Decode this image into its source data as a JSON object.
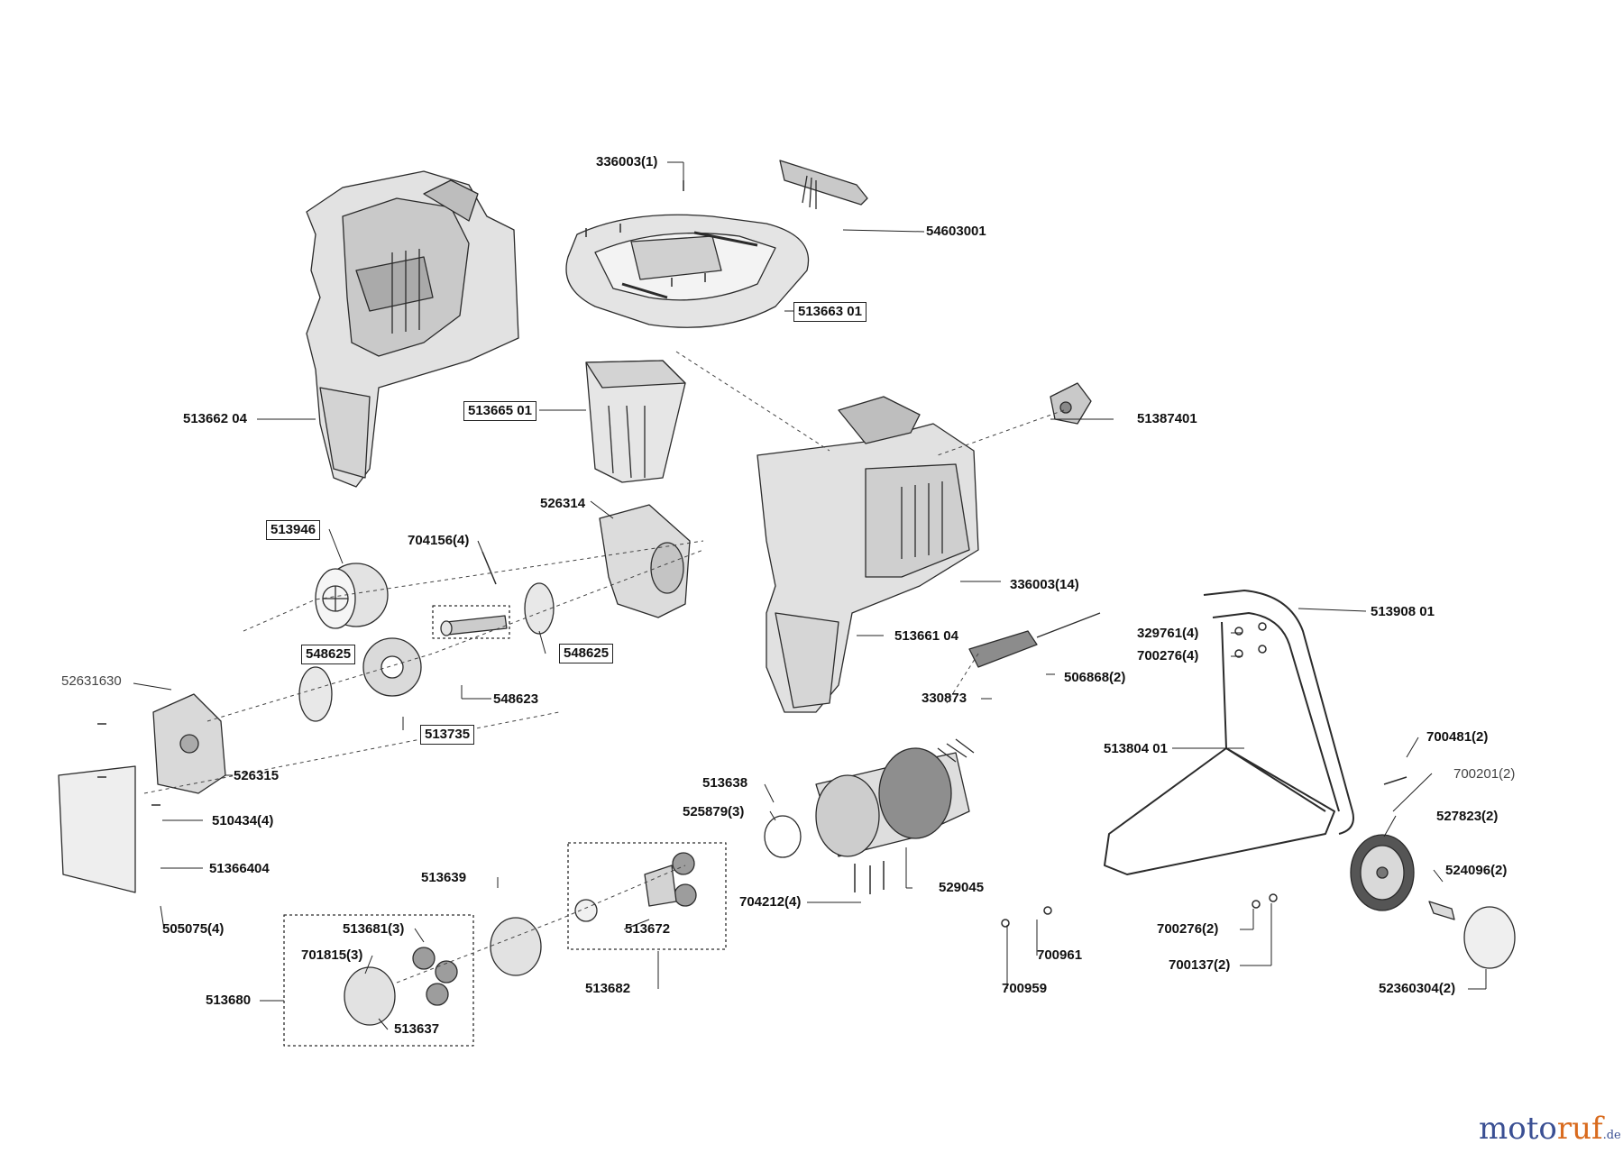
{
  "parts": {
    "p336003_1": "336003(1)",
    "p54603001": "54603001",
    "p513663": "513663 01",
    "p513662": "513662 04",
    "p513665": "513665 01",
    "p51387401": "51387401",
    "p526314": "526314",
    "p513946": "513946",
    "p704156": "704156(4)",
    "p336003_14": "336003(14)",
    "p513908": "513908 01",
    "p548625_a": "548625",
    "p548625_b": "548625",
    "p513661": "513661 04",
    "p329761": "329761(4)",
    "p700276_4": "700276(4)",
    "p52631630": "52631630",
    "p548623": "548623",
    "p506868": "506868(2)",
    "p330873": "330873",
    "p513735": "513735",
    "p513804": "513804 01",
    "p700481": "700481(2)",
    "p526315": "526315",
    "p700201": "700201(2)",
    "p513638": "513638",
    "p525879": "525879(3)",
    "p510434": "510434(4)",
    "p527823": "527823(2)",
    "p51366404": "51366404",
    "p513639": "513639",
    "p529045": "529045",
    "p524096": "524096(2)",
    "p704212": "704212(4)",
    "p513672": "513672",
    "p505075": "505075(4)",
    "p513681": "513681(3)",
    "p700276_2": "700276(2)",
    "p701815": "701815(3)",
    "p700961": "700961",
    "p700137": "700137(2)",
    "p513680": "513680",
    "p513682": "513682",
    "p700959": "700959",
    "p52360304": "52360304(2)",
    "p513637": "513637"
  },
  "brand": {
    "part1": "moto",
    "part2": "ruf",
    "domain": ".de"
  },
  "colors": {
    "line": "#2b2b2b",
    "fill": "#d9d9d9",
    "dark": "#7a7a7a",
    "brand_blue": "#3a4f93",
    "brand_orange": "#d96b1e"
  }
}
